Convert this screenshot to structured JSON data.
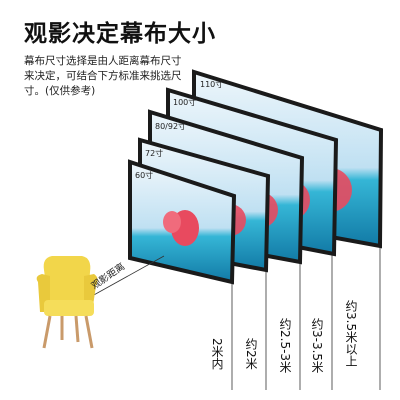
{
  "title": "观影决定幕布大小",
  "description": "幕布尺寸选择是由人距离幕布尺寸来决定，可结合下方标准来挑选尺寸。(仅供参考)",
  "screens": [
    {
      "size": "110寸"
    },
    {
      "size": "100寸"
    },
    {
      "size": "80/92寸"
    },
    {
      "size": "72寸"
    },
    {
      "size": "60寸"
    }
  ],
  "viewing_distance_label": "观影距离",
  "distances": [
    {
      "label": "2米内"
    },
    {
      "label": "约2米"
    },
    {
      "label": "约2.5-3米"
    },
    {
      "label": "约3-3.5米"
    },
    {
      "label": "约3.5米以上"
    }
  ],
  "colors": {
    "frame": "#1a1a1a",
    "sky_top": "#d9ecf7",
    "sea": "#1aa3c8",
    "chair": "#f2d64a",
    "chair_legs": "#c99a6a"
  }
}
